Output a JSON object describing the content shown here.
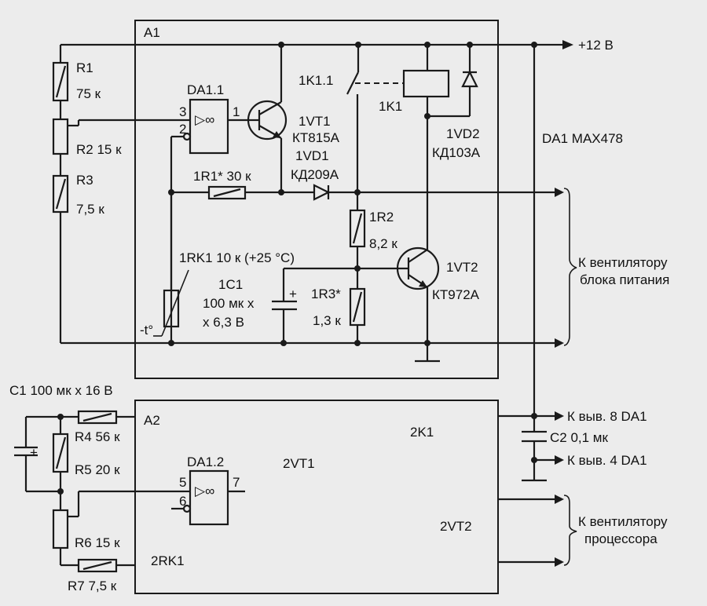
{
  "blocks": {
    "a1": "A1",
    "a2": "A2"
  },
  "power": {
    "plus12": "+12 В"
  },
  "chip": {
    "note": "DA1 MAX478",
    "da11": "DA1.1",
    "da11_pin3": "3",
    "da11_pin2": "2",
    "da11_pin1": "1",
    "da12": "DA1.2",
    "da12_pin5": "5",
    "da12_pin6": "6",
    "da12_pin7": "7",
    "infinity": "▷∞"
  },
  "a1_parts": {
    "r1": "R1",
    "r1_val": "75 к",
    "r2": "R2 15 к",
    "r3": "R3",
    "r3_val": "7,5 к",
    "relay_contact": "1K1.1",
    "relay_coil": "1K1",
    "vt1": "1VT1",
    "vt1_type": "КТ815А",
    "vd1": "1VD1",
    "vd1_type": "КД209А",
    "vd2": "1VD2",
    "vd2_type": "КД103А",
    "r1_star": "1R1* 30 к",
    "r2_label": "1R2",
    "r2_val": "8,2 к",
    "vt2": "1VT2",
    "vt2_type": "КТ972А",
    "rk1": "1RK1 10 к (+25 °С)",
    "c1": "1C1",
    "c1_val1": "100 мк х",
    "c1_val2": "х 6,3 В",
    "plus_sign": "+",
    "r3_star": "1R3*",
    "r3_star_val": "1,3 к",
    "minus_t": "-t°"
  },
  "fan_psu": {
    "line1": "К вентилятору",
    "line2": "блока питания"
  },
  "a2_parts": {
    "c1_label": "C1 100 мк х 16 В",
    "r4": "R4 56 к",
    "r5": "R5 20 к",
    "r6": "R6 15 к",
    "r7": "R7 7,5 к",
    "plus_sign": "+",
    "k1": "2K1",
    "vt1": "2VT1",
    "vt2": "2VT2",
    "rk1": "2RK1"
  },
  "connections": {
    "pin8": "К выв. 8 DA1",
    "pin4": "К выв. 4 DA1",
    "c2": "C2 0,1 мк"
  },
  "fan_cpu": {
    "line1": "К вентилятору",
    "line2": "процессора"
  }
}
